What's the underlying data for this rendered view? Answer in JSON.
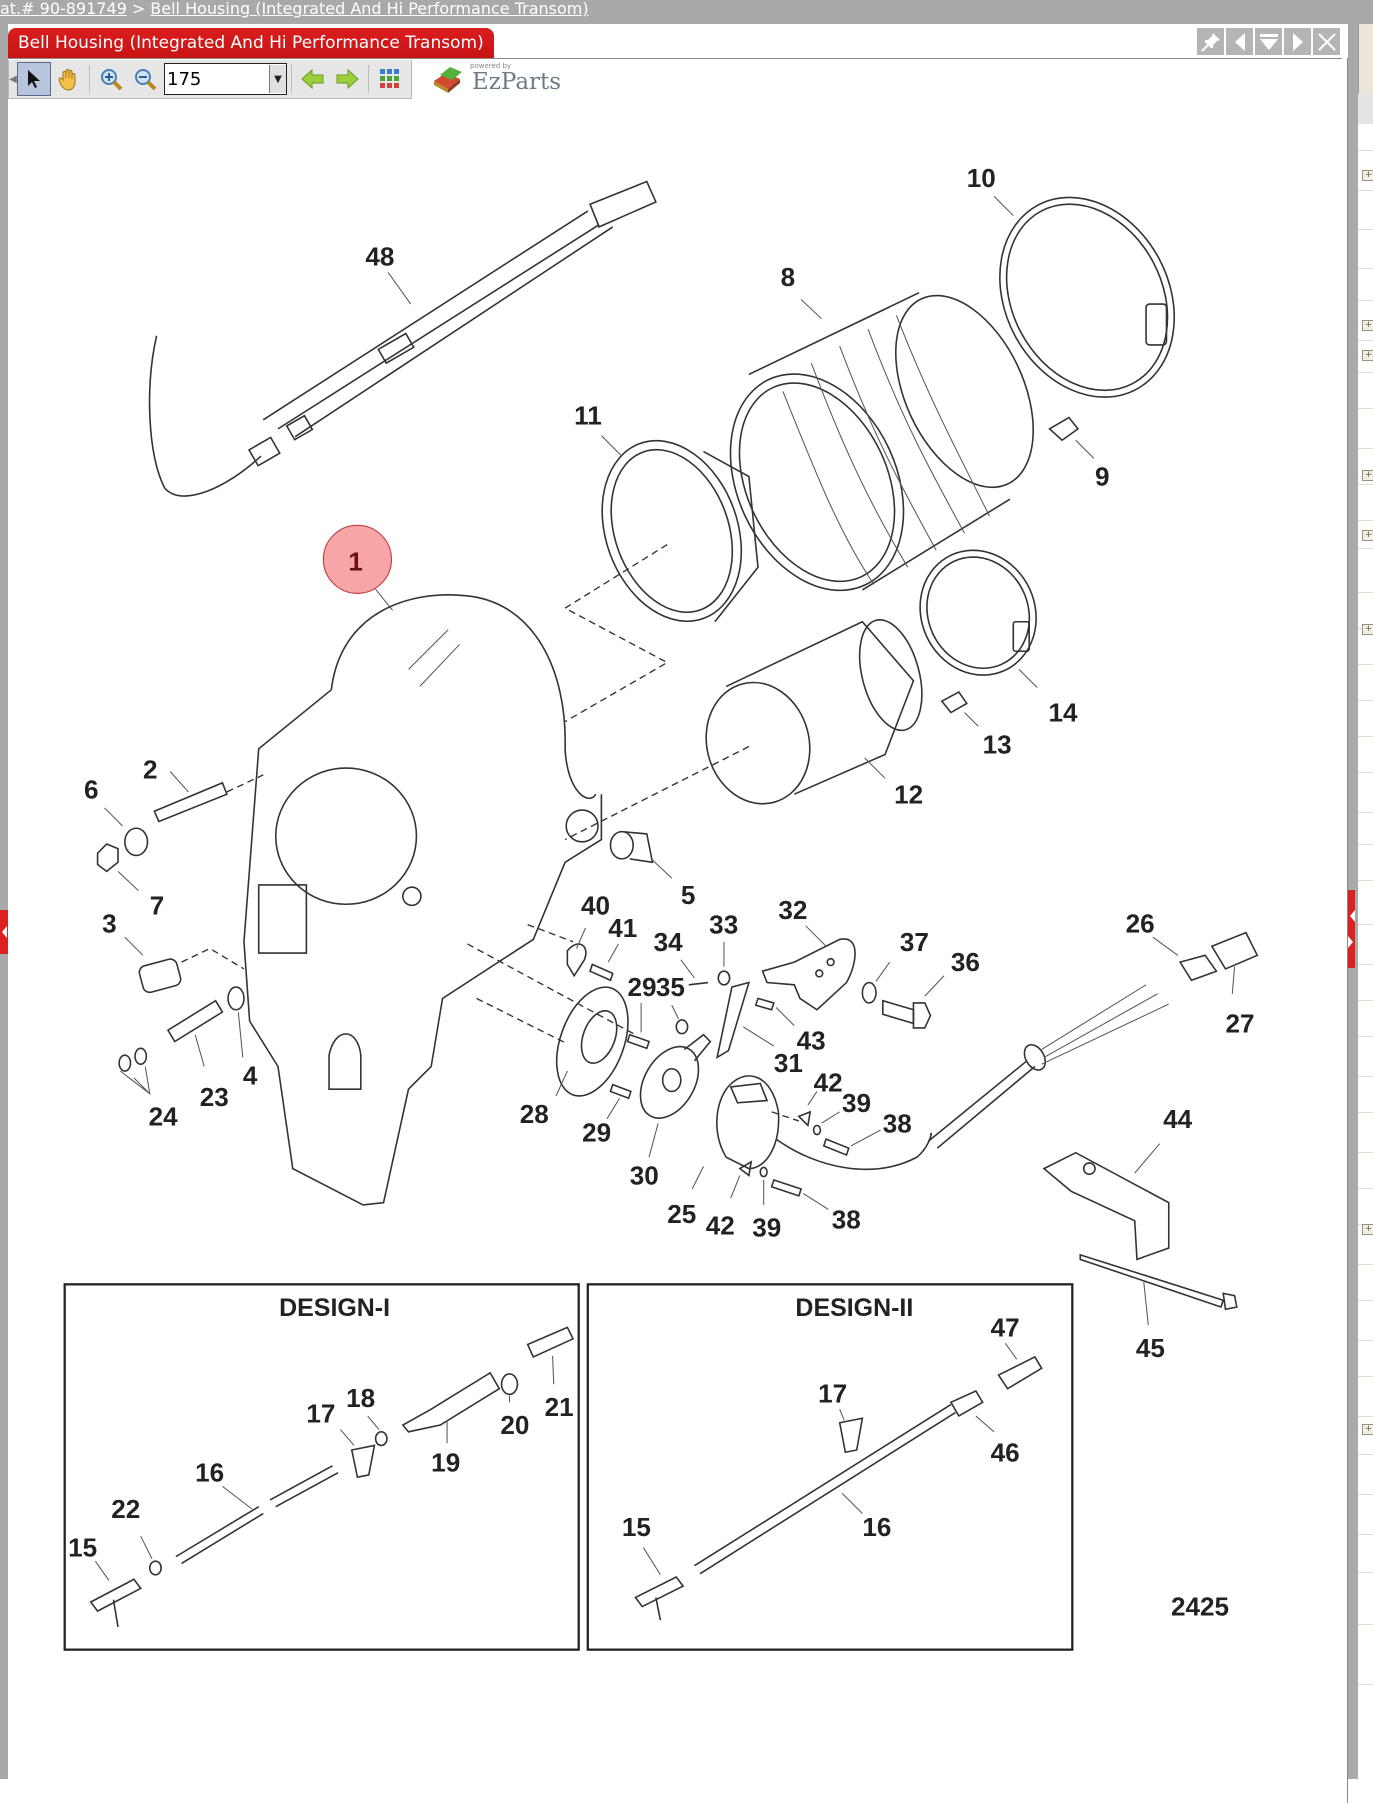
{
  "breadcrumb": {
    "items": [
      "at.# 90-891749",
      "Bell Housing (Integrated And Hi Performance Transom)"
    ],
    "separator": ">"
  },
  "tab": {
    "title": "Bell Housing (Integrated And Hi Performance Transom)"
  },
  "window_buttons": [
    {
      "name": "pin-icon"
    },
    {
      "name": "previous-icon"
    },
    {
      "name": "collapse-icon"
    },
    {
      "name": "next-icon"
    },
    {
      "name": "close-icon"
    }
  ],
  "toolbar": {
    "tools": [
      "select-arrow",
      "pan-hand",
      "zoom-in",
      "zoom-out"
    ],
    "zoom_value": "175",
    "nav": [
      "back-arrow",
      "forward-arrow",
      "parts-grid"
    ],
    "brand_powered": "powered by",
    "brand_name": "EzParts"
  },
  "diagram": {
    "highlighted_callout": "1",
    "drawing_number": "2425",
    "design_boxes": [
      {
        "title": "DESIGN-I",
        "callouts": [
          "15",
          "22",
          "16",
          "17",
          "18",
          "19",
          "20",
          "21"
        ]
      },
      {
        "title": "DESIGN-II",
        "callouts": [
          "17",
          "47",
          "46",
          "15",
          "16"
        ]
      }
    ],
    "callouts": {
      "c48": "48",
      "c10": "10",
      "c8": "8",
      "c11": "11",
      "c9": "9",
      "c1": "1",
      "c14": "14",
      "c13": "13",
      "c12": "12",
      "c2": "2",
      "c6": "6",
      "c7": "7",
      "c3": "3",
      "c5": "5",
      "c40": "40",
      "c41": "41",
      "c32": "32",
      "c33": "33",
      "c34": "34",
      "c29a": "29",
      "c35": "35",
      "c37": "37",
      "c36": "36",
      "c26": "26",
      "c27": "27",
      "c43": "43",
      "c31": "31",
      "c42a": "42",
      "c39a": "39",
      "c38a": "38",
      "c4": "4",
      "c23": "23",
      "c24": "24",
      "c28": "28",
      "c29b": "29",
      "c30": "30",
      "c44": "44",
      "c25": "25",
      "c42b": "42",
      "c39b": "39",
      "c38b": "38",
      "c45": "45",
      "d1_15": "15",
      "d1_22": "22",
      "d1_16": "16",
      "d1_17": "17",
      "d1_18": "18",
      "d1_19": "19",
      "d1_20": "20",
      "d1_21": "21",
      "d2_17": "17",
      "d2_47": "47",
      "d2_46": "46",
      "d2_15": "15",
      "d2_16": "16"
    }
  },
  "side_panel": {
    "expander_symbol": "+"
  },
  "colors": {
    "accent_red": "#d41a1a",
    "highlight_bubble": "#f6a6a6",
    "chrome_gray": "#a9a9a9"
  }
}
